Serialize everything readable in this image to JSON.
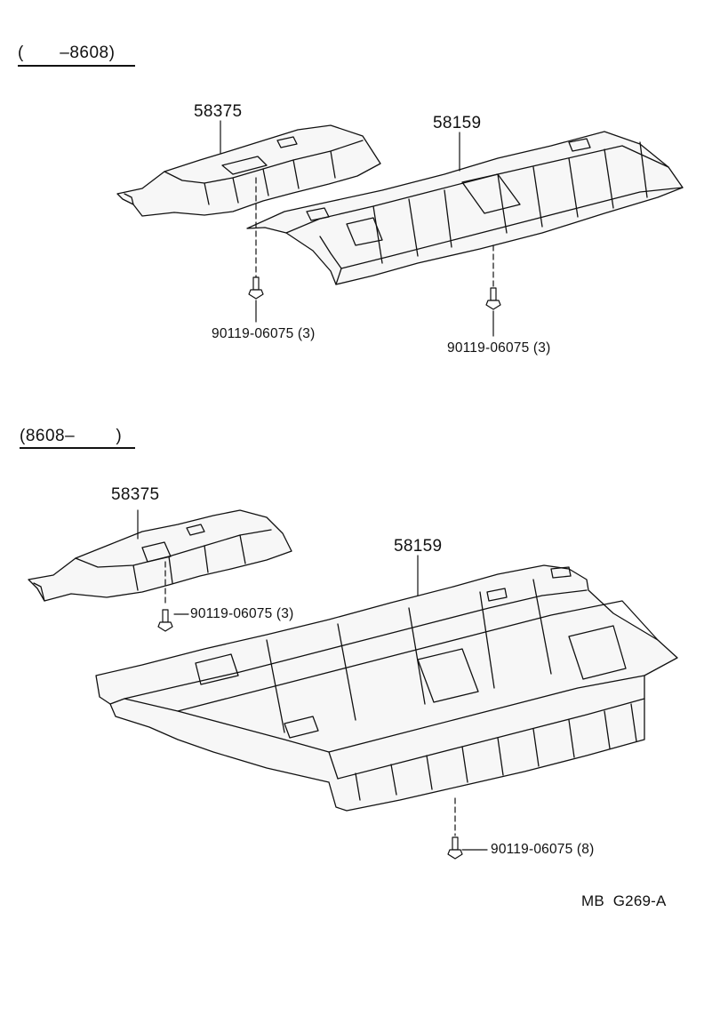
{
  "sections": [
    {
      "date_range": "(       –8608)",
      "parts": [
        {
          "part_no": "58375"
        },
        {
          "part_no": "58159"
        }
      ],
      "fasteners": [
        {
          "label": "90119-06075 (3)"
        },
        {
          "label": "90119-06075 (3)"
        }
      ]
    },
    {
      "date_range": "(8608–        )",
      "parts": [
        {
          "part_no": "58375"
        },
        {
          "part_no": "58159"
        }
      ],
      "fasteners": [
        {
          "label": "90119-06075 (3)"
        },
        {
          "label": "90119-06075 (8)"
        }
      ]
    }
  ],
  "figure_code": "MB  G269-A"
}
